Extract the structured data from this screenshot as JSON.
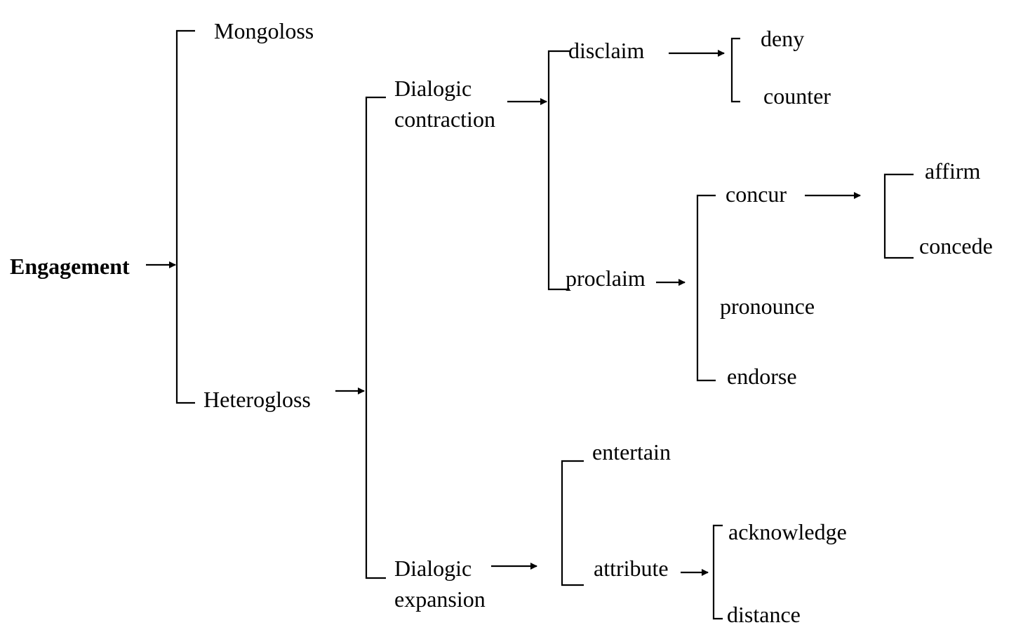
{
  "root": "Engagement",
  "level1": {
    "mono": "Mongoloss",
    "hetero": "Heterogloss"
  },
  "level2": {
    "contraction": [
      "Dialogic",
      "contraction"
    ],
    "expansion": [
      "Dialogic",
      "expansion"
    ]
  },
  "contraction": {
    "disclaim": "disclaim",
    "disclaim_children": [
      "deny",
      "counter"
    ],
    "proclaim": "proclaim",
    "proclaim_children": {
      "concur": "concur",
      "pronounce": "pronounce",
      "endorse": "endorse"
    },
    "concur_children": [
      "affirm",
      "concede"
    ]
  },
  "expansion": {
    "entertain": "entertain",
    "attribute": "attribute",
    "attribute_children": [
      "acknowledge",
      "distance"
    ]
  }
}
